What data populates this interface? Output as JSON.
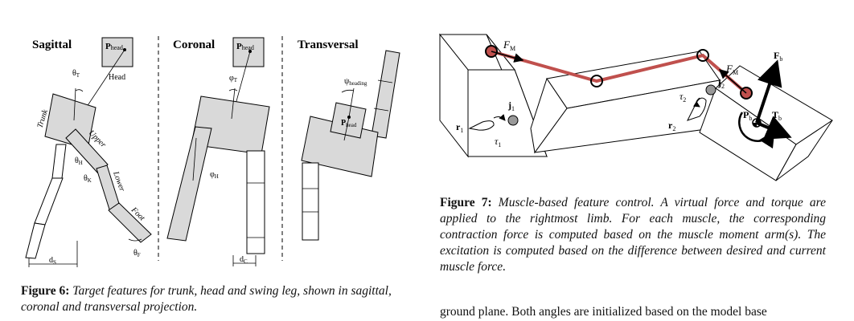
{
  "figure6": {
    "view_labels": [
      "Sagittal",
      "Coronal",
      "Transversal"
    ],
    "sagittal": {
      "p_head": "P",
      "p_head_sub": "head",
      "head_label": "Head",
      "trunk": "Trunk",
      "upper": "Upper",
      "lower": "Lower",
      "foot": "Foot",
      "theta_t": "θ",
      "theta_t_sub": "T",
      "theta_h": "θ",
      "theta_h_sub": "H",
      "theta_k": "θ",
      "theta_k_sub": "K",
      "theta_f": "θ",
      "theta_f_sub": "F",
      "d_s": "d",
      "d_s_sub": "S"
    },
    "coronal": {
      "p_head": "P",
      "p_head_sub": "head",
      "phi_t": "φ",
      "phi_t_sub": "T",
      "phi_h": "φ",
      "phi_h_sub": "H",
      "d_c": "d",
      "d_c_sub": "C"
    },
    "transversal": {
      "psi": "ψ",
      "psi_sub": "heading",
      "p_head": "P",
      "p_head_sub": "head"
    },
    "caption_label": "Figure 6:",
    "caption_text": "Target features for trunk, head and swing leg, shown in sagittal, coronal and transversal projection."
  },
  "figure7": {
    "fm1": "F",
    "fm1_sub": "M",
    "fm2": "F",
    "fm2_sub": "M",
    "fb": "F",
    "fb_sub": "b",
    "tb": "T",
    "tb_sub": "b",
    "pb": "P",
    "pb_sub": "b",
    "j1": "j",
    "j1_sub": "1",
    "j2": "j",
    "j2_sub": "2",
    "r1": "r",
    "r1_sub": "1",
    "r2": "r",
    "r2_sub": "2",
    "tau1": "τ",
    "tau1_sub": "1",
    "tau2": "τ",
    "tau2_sub": "2",
    "caption_label": "Figure 7:",
    "caption_text": "Muscle-based feature control. A virtual force and torque are applied to the rightmost limb. For each muscle, the corresponding contraction force is computed based on the muscle moment arm(s). The excitation is computed based on the difference between desired and current muscle force."
  },
  "body_text": "ground plane. Both angles are initialized based on the model base"
}
